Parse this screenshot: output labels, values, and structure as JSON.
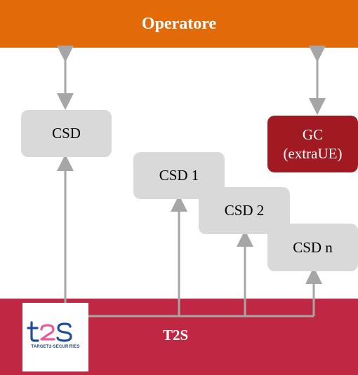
{
  "top_bar": {
    "label": "Operatore"
  },
  "bottom_bar": {
    "label": "T2S"
  },
  "nodes": {
    "csd": "CSD",
    "csd1": "CSD 1",
    "csd2": "CSD 2",
    "csdn": "CSD n",
    "gc_line1": "GC",
    "gc_line2": "(extraUE)"
  },
  "logo": {
    "mark": "t2s",
    "caption": "TARGET2-SECURITIES"
  },
  "colors": {
    "operatore": "#e26a08",
    "t2s": "#c02743",
    "gc": "#a11a22",
    "node": "#d9d9d9",
    "connector": "#a6a6a6"
  }
}
